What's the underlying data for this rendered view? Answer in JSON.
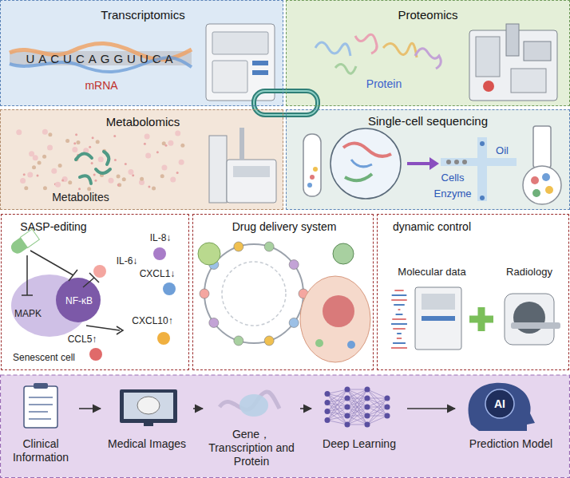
{
  "diagram": {
    "nodes": [
      {
        "text": [
          "Transcriptomics",
          "UACUCAGGUUCA",
          "mRNA"
        ]
      },
      {
        "text": [
          "Proteomics",
          "Protein"
        ]
      },
      {
        "text": [
          "Metabolomics",
          "Metabolites"
        ]
      },
      {
        "text": [
          "Single-cell sequencing",
          "Cells",
          "Oil",
          "Enzyme"
        ]
      },
      {
        "text": [
          "SASP-editing",
          "MAPK",
          "NF-κB",
          "Senescent cell",
          "IL-6↓",
          "IL-8↓",
          "CXCL1↓",
          "CCL5↑",
          "CXCL10↑"
        ]
      },
      {
        "text": [
          "Drug delivery system"
        ]
      },
      {
        "text": [
          "dynamic control",
          "Molecular data",
          "Radiology"
        ]
      },
      {
        "text": [
          "Clinical Information"
        ]
      },
      {
        "text": [
          "Medical Images"
        ]
      },
      {
        "text": [
          "Gene，Transcription and Protein"
        ]
      },
      {
        "text": [
          "Deep Learning"
        ]
      },
      {
        "text": [
          "Prediction Model"
        ]
      }
    ],
    "edges": [
      {
        "from": 7,
        "to": 8,
        "arrow": "to"
      },
      {
        "from": 8,
        "to": 9,
        "arrow": "to"
      },
      {
        "from": 9,
        "to": 10,
        "arrow": "to"
      },
      {
        "from": 10,
        "to": 11,
        "arrow": "to"
      }
    ],
    "labels": [
      "AI"
    ]
  }
}
